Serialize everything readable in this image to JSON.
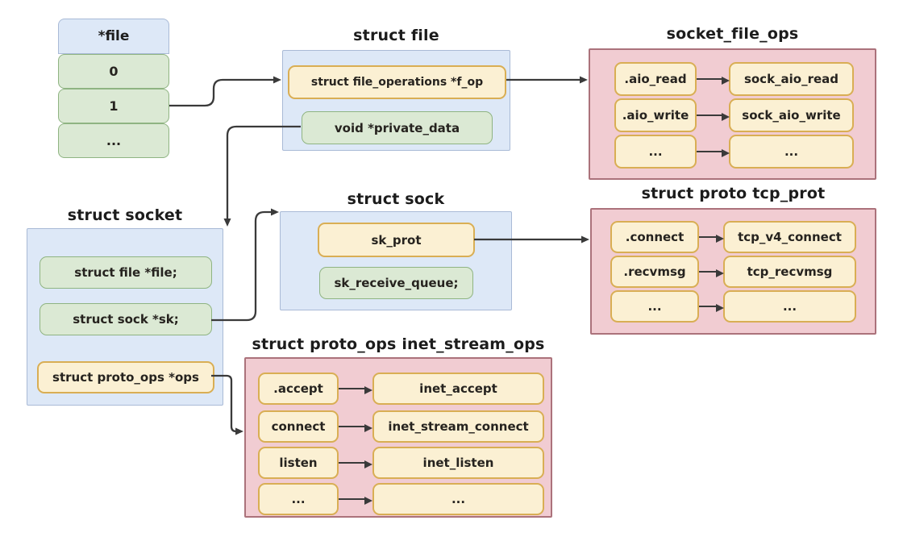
{
  "diagram": {
    "file_table": {
      "header": "*file",
      "rows": [
        "0",
        "1",
        "..."
      ]
    },
    "struct_file": {
      "title": "struct file",
      "f_op": "struct file_operations *f_op",
      "private_data": "void *private_data"
    },
    "socket_file_ops": {
      "title": "socket_file_ops",
      "pairs": [
        {
          "left": ".aio_read",
          "right": "sock_aio_read"
        },
        {
          "left": ".aio_write",
          "right": "sock_aio_write"
        },
        {
          "left": "...",
          "right": "..."
        }
      ]
    },
    "struct_socket": {
      "title": "struct socket",
      "fields": [
        "struct file *file;",
        "struct sock *sk;",
        "struct proto_ops *ops"
      ]
    },
    "struct_sock": {
      "title": "struct sock",
      "sk_prot": "sk_prot",
      "sk_receive_queue": "sk_receive_queue;"
    },
    "tcp_prot": {
      "title": "struct proto tcp_prot",
      "pairs": [
        {
          "left": ".connect",
          "right": "tcp_v4_connect"
        },
        {
          "left": ".recvmsg",
          "right": "tcp_recvmsg"
        },
        {
          "left": "...",
          "right": "..."
        }
      ]
    },
    "inet_stream_ops": {
      "title": "struct proto_ops inet_stream_ops",
      "pairs": [
        {
          "left": ".accept",
          "right": "inet_accept"
        },
        {
          "left": "connect",
          "right": "inet_stream_connect"
        },
        {
          "left": "listen",
          "right": "inet_listen"
        },
        {
          "left": "...",
          "right": "..."
        }
      ]
    },
    "colors": {
      "panel_blue": "#dde8f7",
      "panel_pink": "#f1ccd2",
      "pill_green": "#dbe9d4",
      "pill_cream": "#fbf0d3",
      "green_border": "#8fb482",
      "cream_border": "#d9ae54",
      "pink_border": "#ab727b",
      "blue_border": "#a9bad6",
      "arrow": "#3a3a3a"
    }
  }
}
